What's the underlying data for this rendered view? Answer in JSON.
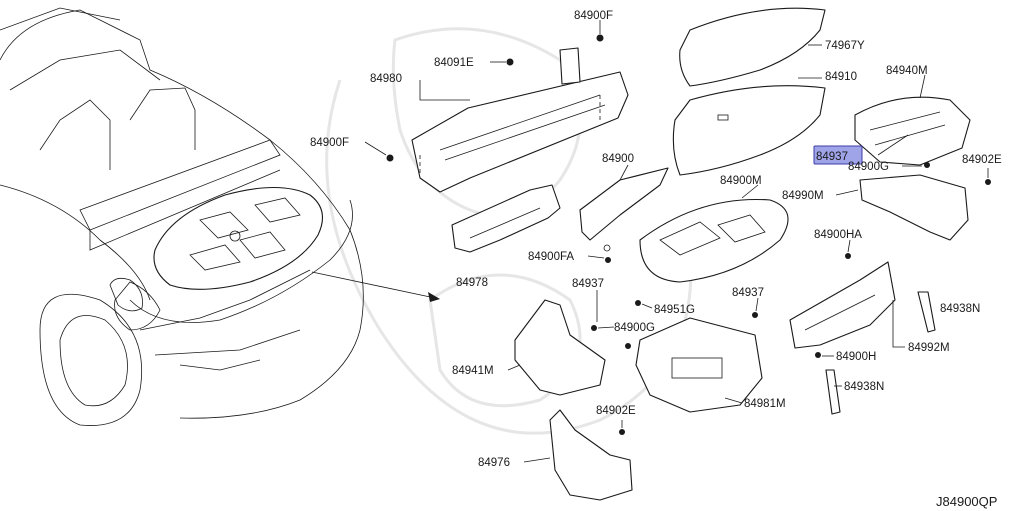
{
  "diagram": {
    "highlight_color": "#9fa3e8",
    "labels": {
      "p84900F_top": "84900F",
      "p74967Y": "74967Y",
      "p84091E": "84091E",
      "p84980": "84980",
      "p84910": "84910",
      "p84940M": "84940M",
      "p84900F_left": "84900F",
      "p84937_hl": "84937",
      "p84900G_right": "84900G",
      "p84902E_right": "84902E",
      "p84900": "84900",
      "p84900M": "84900M",
      "p84990M": "84990M",
      "p84900FA": "84900FA",
      "p84900HA": "84900HA",
      "p84978": "84978",
      "p84937_mid": "84937",
      "p84951G": "84951G",
      "p84937_right": "84937",
      "p84938N_top": "84938N",
      "p84900G_mid": "84900G",
      "p84992M": "84992M",
      "p84900H": "84900H",
      "p84941M": "84941M",
      "p84938N_bottom": "84938N",
      "p84981M": "84981M",
      "p84902E_bottom": "84902E",
      "p84976": "84976",
      "diagram_code": "J84900QP"
    }
  }
}
